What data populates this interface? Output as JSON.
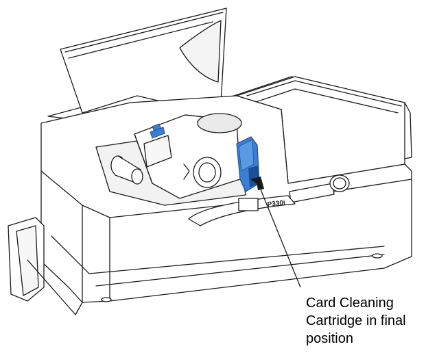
{
  "figure": {
    "model_label": "P330i",
    "callout": {
      "line1": "Card Cleaning",
      "line2": "Cartridge in final",
      "line3": "position"
    }
  },
  "colors": {
    "line": "#1a1a1a",
    "body_fill": "#ffffff",
    "cartridge_blue": "#3a7fd4",
    "cartridge_dark": "#1d4f94"
  }
}
